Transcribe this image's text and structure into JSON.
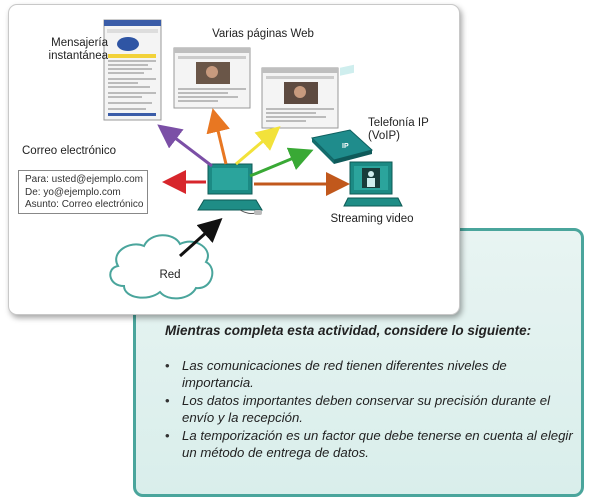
{
  "diagram": {
    "labels": {
      "instant_messaging": "Mensajería instantánea",
      "web_pages": "Varias páginas Web",
      "ip_telephony": "Telefonía IP (VoIP)",
      "email": "Correo electrónico",
      "streaming": "Streaming video",
      "network": "Red"
    },
    "email_box": {
      "to": "Para: usted@ejemplo.com",
      "from": "De: yo@ejemplo.com",
      "subject": "Asunto: Correo electrónico"
    },
    "arrow_colors": {
      "im": "#7b4fa6",
      "web1": "#e87722",
      "web2": "#f2e23a",
      "voip": "#39a935",
      "email": "#d7262c",
      "streaming": "#c1581c",
      "network": "#111111"
    }
  },
  "note": {
    "title": "Mientras completa esta actividad, considere lo siguiente:",
    "items": [
      "Las comunicaciones de red tienen diferentes niveles de importancia.",
      "Los datos importantes deben conservar su precisión durante el envío y la recepción.",
      "La temporización es un factor que debe tenerse en cuenta al elegir un método de entrega de datos."
    ]
  }
}
